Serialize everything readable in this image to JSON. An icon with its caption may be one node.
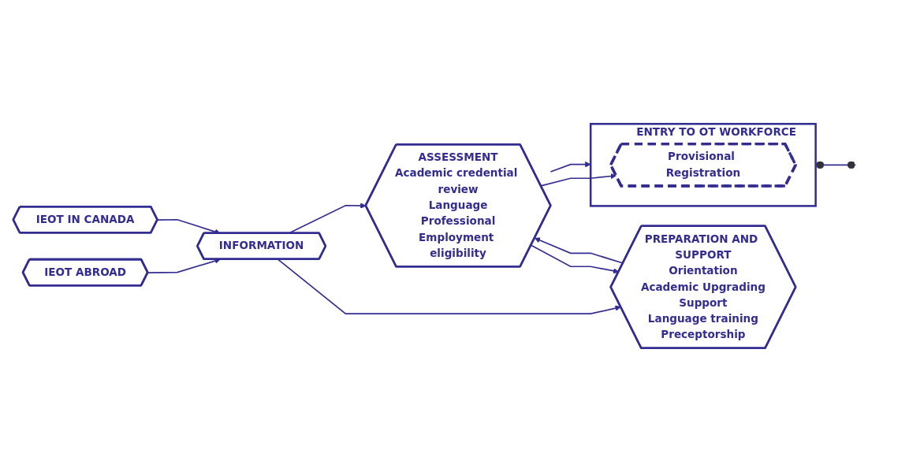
{
  "diagram": {
    "nodes": [
      {
        "text": [
          "IEOT ABROAD"
        ]
      },
      {
        "text": [
          "IEOT IN CANADA"
        ]
      },
      {
        "text": [
          "INFORMATION"
        ]
      },
      {
        "text": [
          "ASSESSMENT",
          "Academic credential review",
          "Language",
          "Professional",
          "Employment eligibility"
        ]
      },
      {
        "text": [
          "PREPARATION AND SUPPORT",
          "Orientation",
          "Academic Upgrading",
          "Support",
          "Language training",
          "Preceptorship"
        ]
      },
      {
        "text": [
          "ENTRY TO OT WORKFORCE"
        ]
      },
      {
        "text": [
          "Provisional Registration"
        ],
        "in": 5
      }
    ],
    "edges": [
      {
        "from": 0,
        "to": 2,
        "arrow": "to"
      },
      {
        "from": 1,
        "to": 2,
        "arrow": "to"
      },
      {
        "from": 2,
        "to": 3,
        "arrow": "to"
      },
      {
        "from": 2,
        "to": 4,
        "arrow": "to"
      },
      {
        "from": 3,
        "to": 4,
        "arrow": "to"
      },
      {
        "from": 4,
        "to": 3,
        "arrow": "to"
      },
      {
        "from": 3,
        "to": 5,
        "arrow": "to"
      },
      {
        "from": 3,
        "to": 6,
        "arrow": "to"
      },
      {
        "from": 5,
        "to": null,
        "arrow": "other"
      }
    ]
  }
}
